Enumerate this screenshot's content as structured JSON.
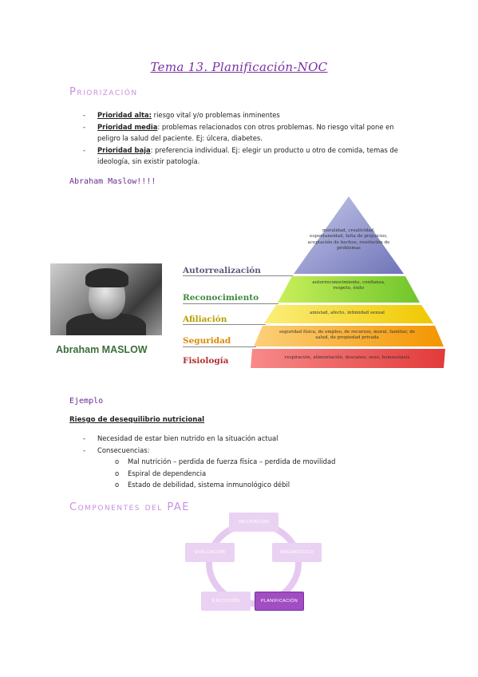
{
  "title": "Tema 13. Planificación-NOC",
  "priorizacion": {
    "heading": "Priorización",
    "items": [
      {
        "kw": "Prioridad alta:",
        "text": " riesgo vital y/o problemas inminentes"
      },
      {
        "kw": "Prioridad media",
        "text": ": problemas relacionados con otros problemas. No riesgo vital pone en peligro la salud del paciente. Ej: úlcera, diabetes."
      },
      {
        "kw": "Prioridad baja",
        "text": ": preferencia individual. Ej: elegir un producto u otro de comida, temas de ideología, sin existir patología."
      }
    ]
  },
  "maslow": {
    "heading": "Abraham Maslow!!!!",
    "photo_caption": "Abraham MASLOW",
    "levels": [
      {
        "label": "Autorrealización",
        "color": "#5b5b7a",
        "text": "moralidad, creatividad, espontaneidad, falta de prejuicios, aceptación de hechos, resolución de problemas",
        "fill": "#8a8ec7"
      },
      {
        "label": "Reconocimiento",
        "color": "#3f8a3f",
        "text": "autorreconocimiento, confianza, respeto, éxito",
        "fill": "#9adb3a"
      },
      {
        "label": "Afiliación",
        "color": "#b8a000",
        "text": "amistad, afecto, intimidad sexual",
        "fill": "#f3e21e"
      },
      {
        "label": "Seguridad",
        "color": "#d98a00",
        "text": "seguridad física, de empleo, de recursos, moral, familiar, de salud, de propiedad privada",
        "fill": "#f9b03a"
      },
      {
        "label": "Fisiología",
        "color": "#b03030",
        "text": "respiración, alimentación, descanso, sexo, homeostasis",
        "fill": "#ef4a4a"
      }
    ]
  },
  "ejemplo": {
    "heading": "Ejemplo",
    "subtitle": "Riesgo de desequilibrio nutricional",
    "items": [
      "Necesidad de estar bien nutrido en la situación actual",
      "Consecuencias:"
    ],
    "consecuencias": [
      "Mal nutrición – perdida de fuerza física – perdida de movilidad",
      "Espiral de dependencia",
      "Estado de debilidad, sistema inmunológico débil"
    ]
  },
  "pae": {
    "heading": "Componentes del PAE",
    "steps": {
      "valoracion": "VALORACIÓN",
      "diagnostico": "DIAGNÓSTICO",
      "planificacion": "PLANIFICACIÓN",
      "ejecucion": "EJECUCIÓN",
      "evaluacion": "EVALUACIÓN"
    }
  }
}
